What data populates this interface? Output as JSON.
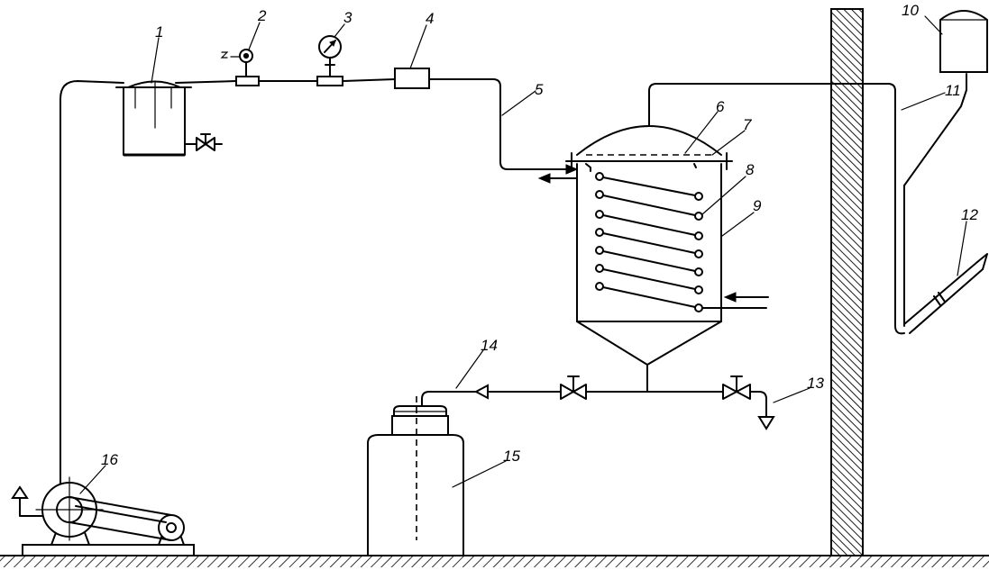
{
  "labels": [
    "1",
    "2",
    "3",
    "4",
    "5",
    "6",
    "7",
    "8",
    "9",
    "10",
    "11",
    "12",
    "13",
    "14",
    "15",
    "16"
  ],
  "colors": {
    "ink": "#000000",
    "background": "#ffffff"
  }
}
